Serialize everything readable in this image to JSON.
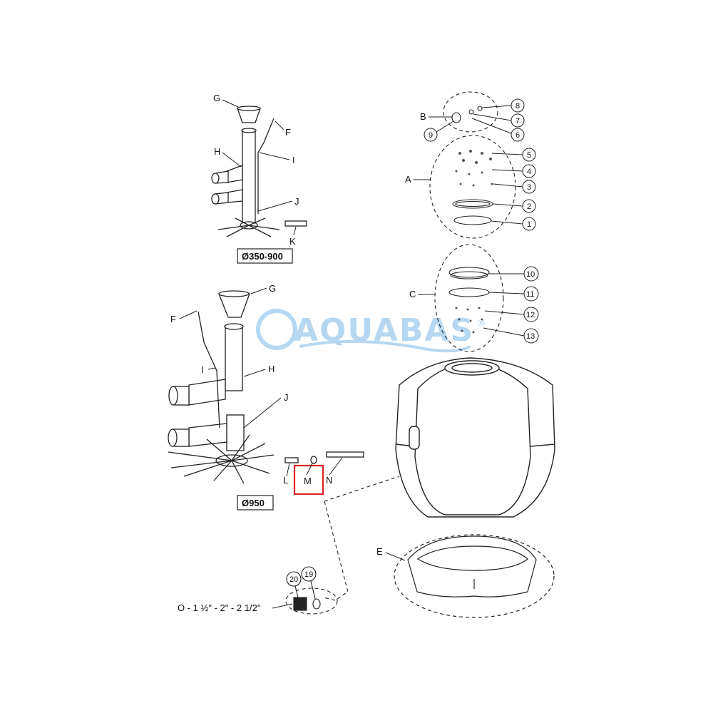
{
  "parts": {
    "top_assembly": {
      "G": "G",
      "F": "F",
      "H": "H",
      "I": "I",
      "J": "J",
      "K": "K",
      "size": "Ø350-900"
    },
    "bottom_assembly": {
      "G": "G",
      "F": "F",
      "H": "H",
      "I": "I",
      "J": "J",
      "L": "L",
      "M": "M",
      "N": "N",
      "size": "Ø950"
    },
    "lid": {
      "A": "A",
      "B": "B",
      "n1": "1",
      "n2": "2",
      "n3": "3",
      "n4": "4",
      "n5": "5",
      "n6": "6",
      "n7": "7",
      "n8": "8",
      "n9": "9"
    },
    "flange": {
      "C": "C",
      "n10": "10",
      "n11": "11",
      "n12": "12",
      "n13": "13"
    },
    "base": {
      "E": "E"
    },
    "outlet": {
      "O": "O - 1 ½\" - 2\" - 2 1/2\"",
      "n19": "19",
      "n20": "20"
    }
  },
  "watermark": {
    "text": "AQUABAS",
    "reg": "®"
  },
  "colors": {
    "highlight": "#e02020",
    "line": "#222222",
    "watermark": "#7ab8e8"
  }
}
